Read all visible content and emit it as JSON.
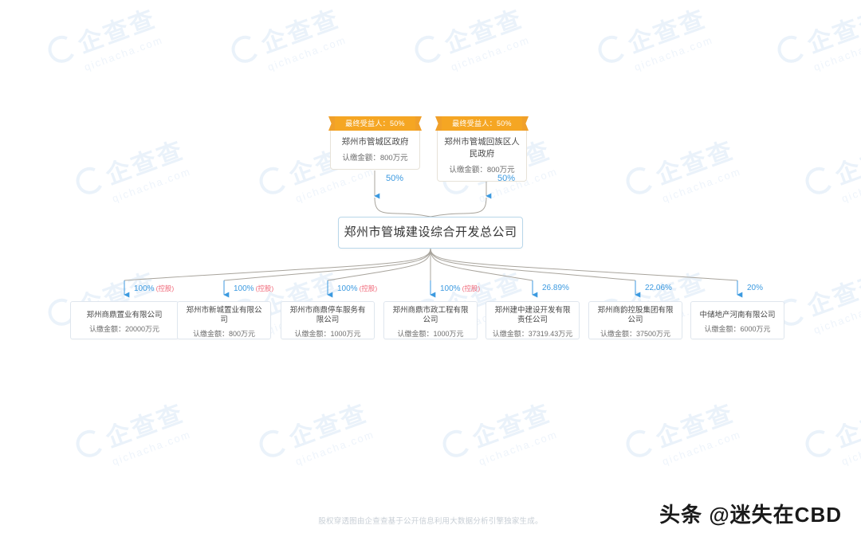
{
  "footer": {
    "note": "股权穿透图由企查查基于公开信息利用大数据分析引擎独家生成。",
    "author_watermark": "头条 @迷失在CBD"
  },
  "watermark": {
    "cn": "企查查",
    "url": "qichacha.com",
    "color": "#eaf2fa"
  },
  "colors": {
    "ribbon": "#f5a623",
    "link": "#a8a49c",
    "arrow": "#3c9ae0",
    "percent_text": "#3c9ae0",
    "control_tag": "#f06a7a",
    "root_border": "#b9d7ea",
    "card_border": "#dfe6ee"
  },
  "root": {
    "name": "郑州市管城建设综合开发总公司"
  },
  "parents": [
    {
      "ribbon_label": "最终受益人：50%",
      "name": "郑州市管城区政府",
      "amount": "认缴金额：800万元",
      "percent": "50%"
    },
    {
      "ribbon_label": "最终受益人：50%",
      "name": "郑州市管城回族区人民政府",
      "amount": "认缴金额：800万元",
      "percent": "50%"
    }
  ],
  "subsidiaries": [
    {
      "name": "郑州商鼎置业有限公司",
      "amount": "认缴金额：20000万元",
      "percent": "100%",
      "tag": "(控股)"
    },
    {
      "name": "郑州市新城置业有限公司",
      "amount": "认缴金额：800万元",
      "percent": "100%",
      "tag": "(控股)"
    },
    {
      "name": "郑州市商鼎停车服务有限公司",
      "amount": "认缴金额：1000万元",
      "percent": "100%",
      "tag": "(控股)"
    },
    {
      "name": "郑州商鼎市政工程有限公司",
      "amount": "认缴金额：1000万元",
      "percent": "100%",
      "tag": "(控股)"
    },
    {
      "name": "郑州建中建设开发有限责任公司",
      "amount": "认缴金额：37319.43万元",
      "percent": "26.89%",
      "tag": ""
    },
    {
      "name": "郑州商韵控股集团有限公司",
      "amount": "认缴金额：37500万元",
      "percent": "22.06%",
      "tag": ""
    },
    {
      "name": "中储地产河南有限公司",
      "amount": "认缴金额：6000万元",
      "percent": "20%",
      "tag": ""
    }
  ]
}
